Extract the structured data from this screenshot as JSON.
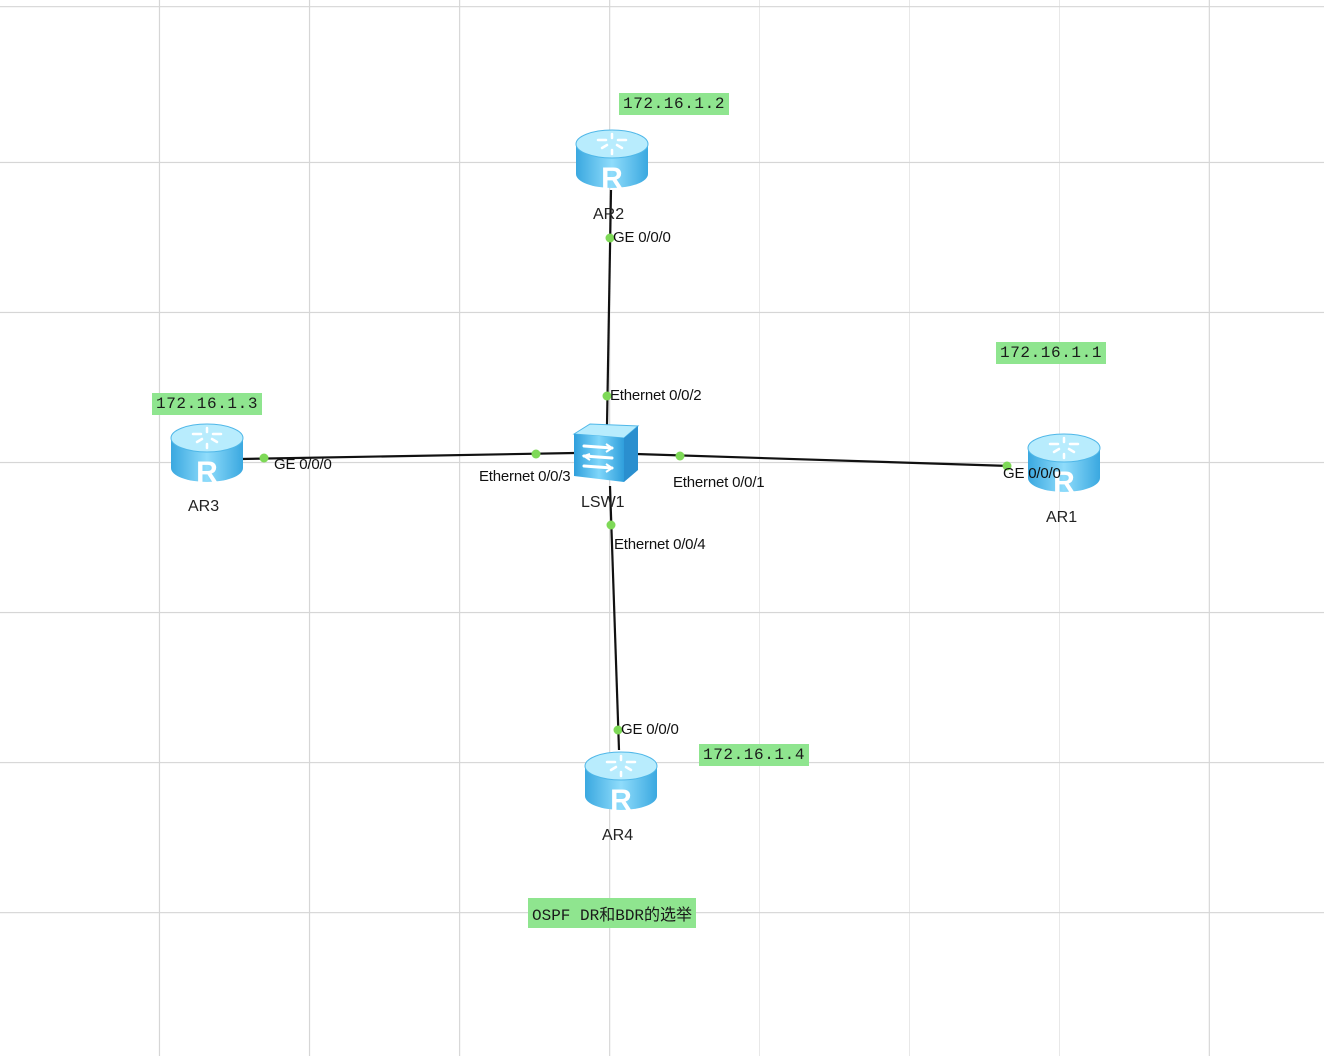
{
  "diagram": {
    "devices": [
      {
        "id": "AR1",
        "label": "AR1",
        "type": "router",
        "ip": "172.16.1.1",
        "port": "GE 0/0/0",
        "icon": "router-icon"
      },
      {
        "id": "AR2",
        "label": "AR2",
        "type": "router",
        "ip": "172.16.1.2",
        "port": "GE 0/0/0",
        "icon": "router-icon"
      },
      {
        "id": "AR3",
        "label": "AR3",
        "type": "router",
        "ip": "172.16.1.3",
        "port": "GE 0/0/0",
        "icon": "router-icon"
      },
      {
        "id": "AR4",
        "label": "AR4",
        "type": "router",
        "ip": "172.16.1.4",
        "port": "GE 0/0/0",
        "icon": "router-icon"
      }
    ],
    "switch": {
      "id": "LSW1",
      "label": "LSW1",
      "type": "switch",
      "icon": "switch-icon"
    },
    "links": [
      {
        "from": "LSW1",
        "from_port": "Ethernet 0/0/1",
        "to": "AR1",
        "to_port": "GE 0/0/0"
      },
      {
        "from": "LSW1",
        "from_port": "Ethernet 0/0/2",
        "to": "AR2",
        "to_port": "GE 0/0/0"
      },
      {
        "from": "LSW1",
        "from_port": "Ethernet 0/0/3",
        "to": "AR3",
        "to_port": "GE 0/0/0"
      },
      {
        "from": "LSW1",
        "from_port": "Ethernet 0/0/4",
        "to": "AR4",
        "to_port": "GE 0/0/0"
      }
    ],
    "router_glyph": "R",
    "caption": "OSPF DR和BDR的选举",
    "colors": {
      "tag_bg": "#8fe58f",
      "link": "#111111",
      "port_dot": "#7ed957",
      "device_blue": "#4fc3f0"
    }
  }
}
